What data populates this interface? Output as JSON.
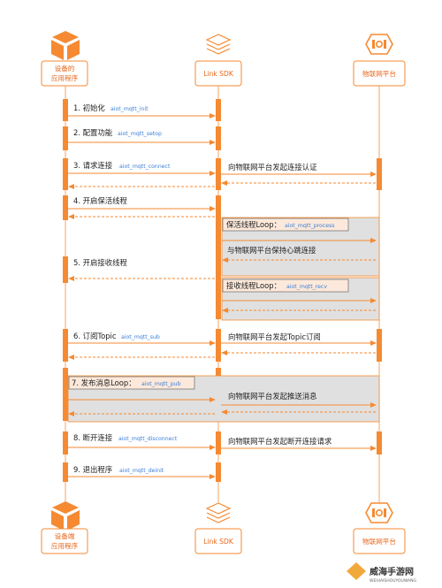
{
  "participants": {
    "device": {
      "line1": "设备的",
      "line2": "应用程序",
      "bottom_line1": "设备端",
      "bottom_line2": "应用程序"
    },
    "sdk": {
      "label": "Link SDK"
    },
    "platform": {
      "label": "物联网平台"
    }
  },
  "steps": {
    "s1": {
      "label": "1. 初始化",
      "api": "aiot_mqtt_init"
    },
    "s2": {
      "label": "2. 配置功能",
      "api": "aiot_mqtt_setop"
    },
    "s3": {
      "label": "3. 请求连接",
      "api": "aiot_mqtt_connect",
      "platform_msg": "向物联网平台发起连接认证"
    },
    "s4": {
      "label": "4. 开启保活线程"
    },
    "keepalive": {
      "label": "保活线程Loop：",
      "api": "aiot_mqtt_process",
      "platform_msg": "与物联网平台保持心跳连接"
    },
    "s5": {
      "label": "5. 开启接收线程"
    },
    "recv": {
      "label": "接收线程Loop：",
      "api": "aiot_mqtt_recv"
    },
    "s6": {
      "label": "6. 订阅Topic",
      "api": "aiot_mqtt_sub",
      "platform_msg": "向物联网平台发起Topic订阅"
    },
    "s7": {
      "label": "7. 发布消息Loop：",
      "api": "aiot_mqtt_pub",
      "platform_msg": "向物联网平台发起推送消息"
    },
    "s8": {
      "label": "8. 断开连接",
      "api": "aiot_mqtt_disconnect",
      "platform_msg": "向物联网平台发起断开连接请求"
    },
    "s9": {
      "label": "9. 退出程序",
      "api": "aiot_mqtt_deinit"
    }
  },
  "watermark": {
    "text": "威海手游网",
    "sub": "WEIHAISHOUYOUWANG"
  },
  "colors": {
    "accent": "#f58a32",
    "lifeline": "#f5a462",
    "panel": "#e0e0e0",
    "api_text": "#3b7fd9"
  }
}
